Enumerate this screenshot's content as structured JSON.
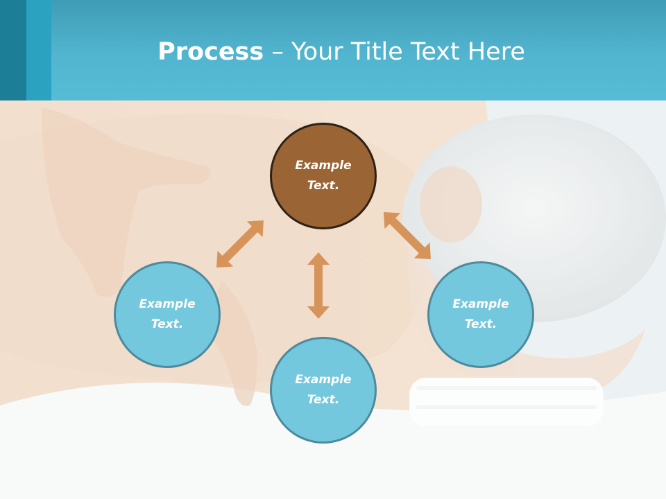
{
  "slide": {
    "title_bold": "Process",
    "title_rest": " – Your Title Text Here"
  },
  "diagram": {
    "nodes": [
      {
        "id": "top",
        "label": "Example\nText.",
        "fill": "#9b6434",
        "border": "#2f2116"
      },
      {
        "id": "left",
        "label": "Example\nText.",
        "fill": "#74c8dd",
        "border": "#4d8a9d"
      },
      {
        "id": "right",
        "label": "Example\nText.",
        "fill": "#74c8dd",
        "border": "#4d8a9d"
      },
      {
        "id": "bottom",
        "label": "Example\nText.",
        "fill": "#74c8dd",
        "border": "#4d8a9d"
      }
    ],
    "arrow_color": "#d6935a"
  }
}
